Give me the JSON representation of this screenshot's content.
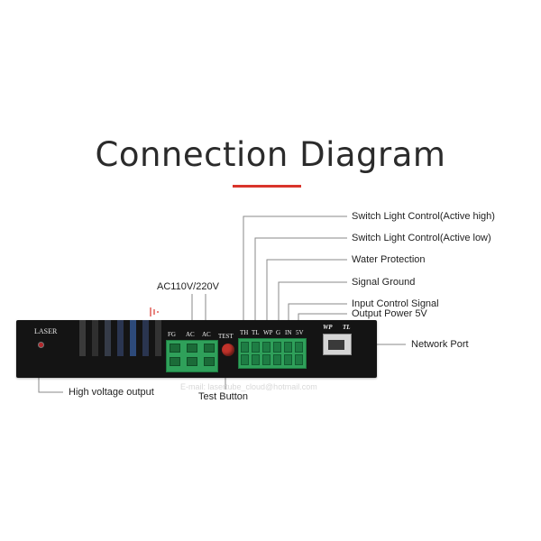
{
  "title": "Connection Diagram",
  "accent_color": "#d9342b",
  "annotations": {
    "switch_high": "Switch Light Control(Active high)",
    "switch_low": "Switch Light Control(Active low)",
    "water": "Water Protection",
    "ground": "Signal Ground",
    "input_control": "Input Control Signal",
    "output_power": "Output Power 5V",
    "network": "Network Port",
    "ac": "AC110V/220V",
    "high_voltage": "High voltage output",
    "test_button": "Test Button"
  },
  "device": {
    "laser": "LASER",
    "test": "TEST",
    "power_terminals": [
      "FG",
      "AC",
      "AC"
    ],
    "signal_terminals": [
      "TH",
      "TL",
      "WP",
      "G",
      "IN",
      "5V"
    ],
    "port_labels": [
      "WP",
      "TL"
    ]
  },
  "watermark": "E-mail: lasertube_cloud@hotmail.com",
  "icons": [
    "ground-symbol-icon",
    "rj45-port-icon",
    "red-led-icon"
  ]
}
